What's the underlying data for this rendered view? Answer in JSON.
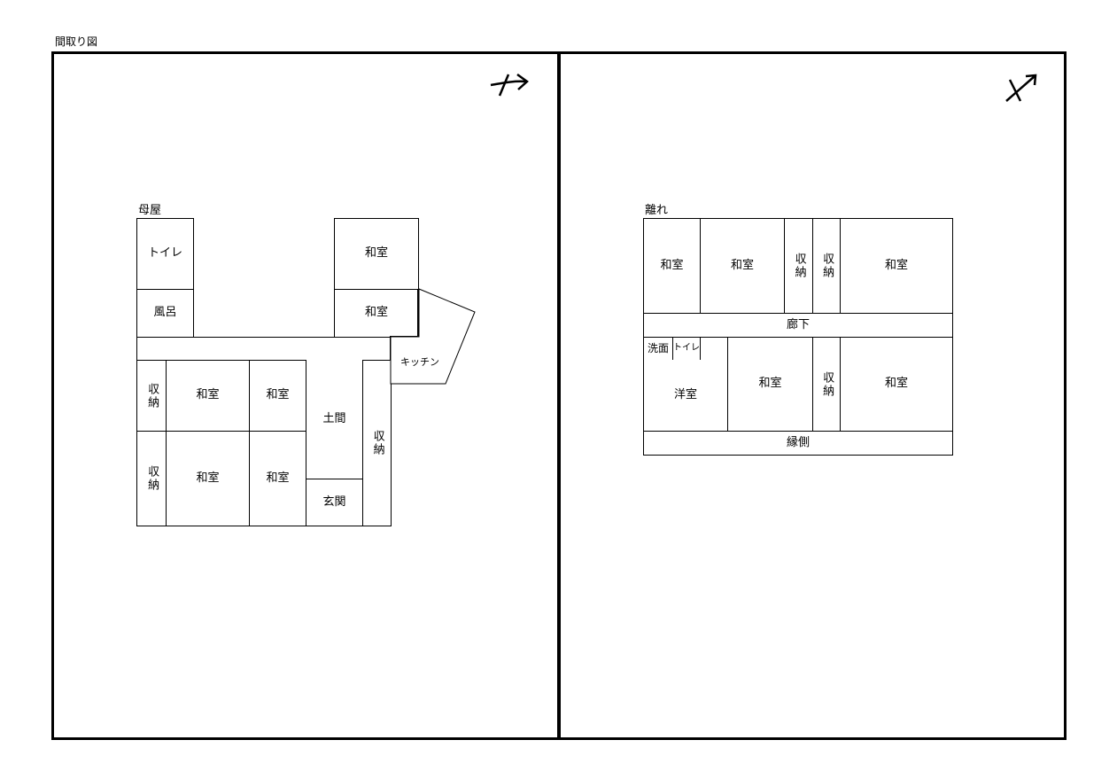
{
  "title": "間取り図",
  "main_house": {
    "label": "母屋",
    "rooms": {
      "toilet": "トイレ",
      "bath": "風呂",
      "washitsu_top1": "和室",
      "washitsu_top2": "和室",
      "storage_l1": "収納",
      "washitsu_m1": "和室",
      "washitsu_m2": "和室",
      "storage_l2": "収納",
      "washitsu_b1": "和室",
      "washitsu_b2": "和室",
      "doma": "土間",
      "genkan": "玄関",
      "storage_r": "収納",
      "kitchen": "キッチン"
    }
  },
  "annex": {
    "label": "離れ",
    "rooms": {
      "washitsu_a1": "和室",
      "washitsu_a2": "和室",
      "storage_a1": "収納",
      "storage_a2": "収納",
      "washitsu_a3": "和室",
      "corridor": "廊下",
      "washroom": "洗面",
      "toilet": "トイレ",
      "western": "洋室",
      "washitsu_a4": "和室",
      "storage_a3": "収納",
      "washitsu_a5": "和室",
      "engawa": "縁側"
    }
  },
  "north_arrow_icon": "north-arrow-icon"
}
